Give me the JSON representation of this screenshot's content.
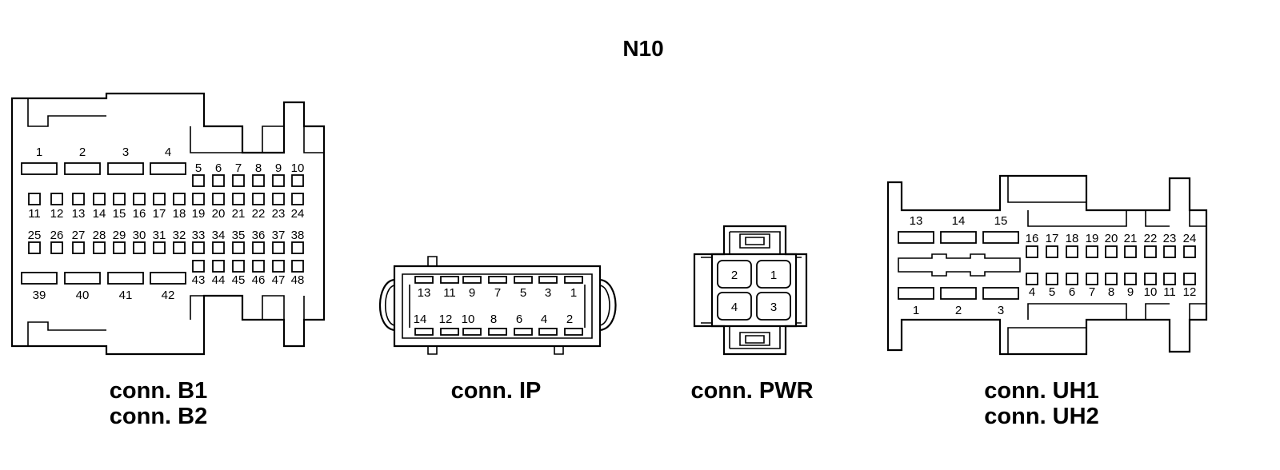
{
  "title": "N10",
  "captions": {
    "b": [
      "conn. B1",
      "conn. B2"
    ],
    "ip": [
      "conn. IP"
    ],
    "pwr": [
      "conn. PWR"
    ],
    "uh": [
      "conn. UH1",
      "conn. UH2"
    ]
  },
  "b_pins": {
    "top_wide": [
      "1",
      "2",
      "3",
      "4"
    ],
    "row5": [
      "5",
      "6",
      "7",
      "8",
      "9",
      "10"
    ],
    "row11": [
      "11",
      "12",
      "13",
      "14",
      "15",
      "16",
      "17",
      "18",
      "19",
      "20",
      "21",
      "22",
      "23",
      "24"
    ],
    "row25": [
      "25",
      "26",
      "27",
      "28",
      "29",
      "30",
      "31",
      "32",
      "33",
      "34",
      "35",
      "36",
      "37",
      "38"
    ],
    "row43": [
      "43",
      "44",
      "45",
      "46",
      "47",
      "48"
    ],
    "bottom_wide": [
      "39",
      "40",
      "41",
      "42"
    ]
  },
  "ip_pins": {
    "top": [
      "13",
      "11",
      "9",
      "7",
      "5",
      "3",
      "1"
    ],
    "bottom": [
      "14",
      "12",
      "10",
      "8",
      "6",
      "4",
      "2"
    ]
  },
  "pwr_pins": [
    "2",
    "1",
    "4",
    "3"
  ],
  "uh_pins": {
    "top_wide": [
      "13",
      "14",
      "15"
    ],
    "row16": [
      "16",
      "17",
      "18",
      "19",
      "20",
      "21",
      "22",
      "23",
      "24"
    ],
    "row4": [
      "4",
      "5",
      "6",
      "7",
      "8",
      "9",
      "10",
      "11",
      "12"
    ],
    "bottom_wide": [
      "1",
      "2",
      "3"
    ]
  }
}
